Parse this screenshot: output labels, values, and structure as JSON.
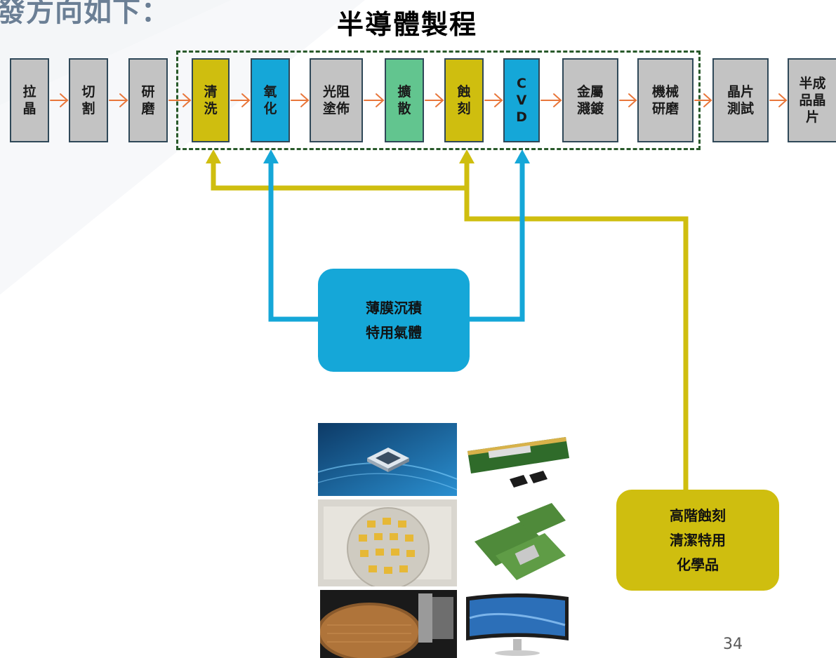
{
  "heading": "發方向如下：",
  "title": "半導體製程",
  "steps": [
    {
      "label": "拉\n晶",
      "color": "grey"
    },
    {
      "label": "切\n割",
      "color": "grey"
    },
    {
      "label": "研\n磨",
      "color": "grey"
    },
    {
      "label": "清\n洗",
      "color": "yellow"
    },
    {
      "label": "氧\n化",
      "color": "blue"
    },
    {
      "label": "光阻\n塗佈",
      "color": "grey"
    },
    {
      "label": "擴\n散",
      "color": "green"
    },
    {
      "label": "蝕\n刻",
      "color": "yellow"
    },
    {
      "label": "C\nV\nD",
      "color": "blue"
    },
    {
      "label": "金屬\n濺鍍",
      "color": "grey"
    },
    {
      "label": "機械\n研磨",
      "color": "grey"
    },
    {
      "label": "晶片\n測試",
      "color": "grey"
    },
    {
      "label": "半成\n品晶\n片",
      "color": "grey"
    }
  ],
  "callouts": {
    "gas": "薄膜沉積\n特用氣體",
    "chem": "高階蝕刻\n清潔特用\n化學品"
  },
  "images": [
    {
      "icon": "microchip-image"
    },
    {
      "icon": "memory-module-image"
    },
    {
      "icon": "wafer-chips-image"
    },
    {
      "icon": "chip-packages-image"
    },
    {
      "icon": "wafer-machine-image"
    },
    {
      "icon": "curved-monitor-image"
    }
  ],
  "page_number": "34",
  "colors": {
    "grey": "#c3c3c3",
    "yellow": "#cfbe0f",
    "blue": "#15a7d8",
    "green": "#62c58f",
    "arrow": "#e8763a",
    "dash": "#295a2b"
  }
}
